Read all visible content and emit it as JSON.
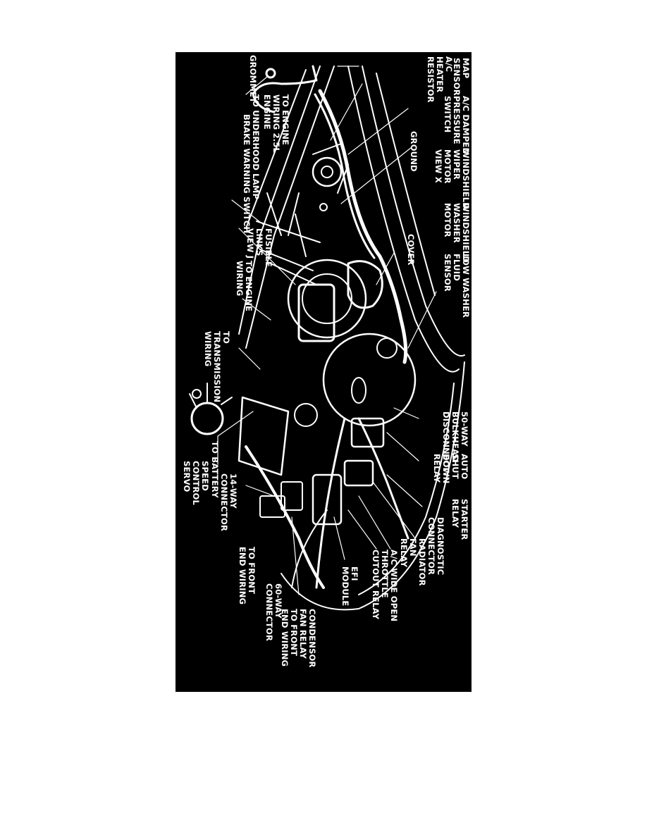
{
  "colors": {
    "background": "#000000",
    "linework": "#ffffff",
    "page": "#ffffff"
  },
  "labels": {
    "map_sensor": [
      "MAP",
      "SENSOR"
    ],
    "ac_heater_resistor": [
      "A/C",
      "HEATER",
      "RESISTOR"
    ],
    "grommet": "GROMMET",
    "ac_damped_pressure_switch": [
      "A/C DAMPED",
      "PRESSURE",
      "SWITCH"
    ],
    "to_engine_wiring_25l": [
      "TO ENGINE",
      "WIRING 2.5L",
      "ENGINE"
    ],
    "to_underhood_lamp": "TO UNDERHOOD LAMP",
    "brake_warning_switch": "BRAKE WARNING SWITCH",
    "ground": "GROUND",
    "windshield_wiper_motor": [
      "WINDSHIELD",
      "WIPER",
      "MOTOR",
      "VIEW X"
    ],
    "windshield_washer_motor": [
      "WINDSHIELD",
      "WASHER",
      "MOTOR"
    ],
    "fusible_links": [
      "FUSIBLE",
      "LINKS",
      "VIEW J"
    ],
    "cover": "COVER",
    "to_engine_wiring": [
      "TO ENGINE",
      "WIRING"
    ],
    "low_washer_fluid_sensor": [
      "LOW WASHER",
      "FLUID",
      "SENSOR"
    ],
    "to_transmission_wiring": [
      "TO",
      "TRANSMISSION",
      "WIRING"
    ],
    "bulkhead_disconnect": [
      "50-WAY",
      "BULKHEAD",
      "DISCONNECT"
    ],
    "auto_shut_down_relay": [
      "AUTO",
      "SHUT",
      "DOWN",
      "RELAY"
    ],
    "to_battery": "TO BATTERY",
    "speed_control_servo": [
      "SPEED",
      "CONTROL",
      "SERVO"
    ],
    "connector_14way": [
      "14-WAY",
      "CONNECTOR"
    ],
    "starter_relay": [
      "STARTER",
      "RELAY"
    ],
    "diagnostic_connector": [
      "DIAGNOSTIC",
      "CONNECTOR"
    ],
    "radiator_fan_relay": [
      "RADIATOR",
      "FAN",
      "RELAY"
    ],
    "ac_wide_open_throttle_cutout_relay": [
      "A/C WIDE OPEN",
      "THROTTLE",
      "CUTOUT RELAY"
    ],
    "efi_module": [
      "EFI",
      "MODULE"
    ],
    "to_front_end_wiring_1": [
      "TO FRONT",
      "END WIRING"
    ],
    "connector_60way": [
      "60-WAY",
      "CONNECTOR"
    ],
    "condensor_fan_relay": [
      "CONDENSOR",
      "FAN RELAY",
      "TO FRONT",
      "END WIRING"
    ]
  }
}
